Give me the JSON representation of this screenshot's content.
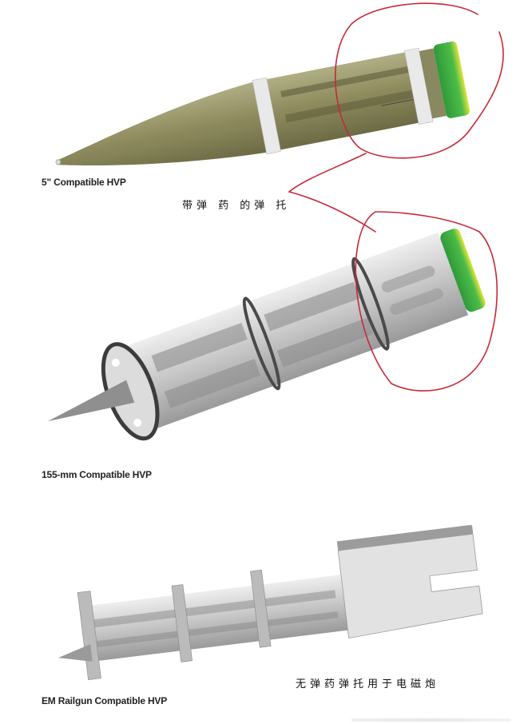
{
  "figure": {
    "items": [
      {
        "id": "five-inch",
        "caption": "5\" Compatible HVP",
        "body_color": "#8a8a5c",
        "band_color": "#e8e8e8",
        "base_colors": [
          "#3fae3f",
          "#d8e23a"
        ]
      },
      {
        "id": "155mm",
        "caption": "155-mm Compatible HVP",
        "body_color": "#c8c8c8",
        "base_colors": [
          "#3fae3f",
          "#d8e23a"
        ]
      },
      {
        "id": "railgun",
        "caption": "EM Railgun Compatible HVP",
        "body_color": "#d0d0d0"
      }
    ],
    "annotations": {
      "sabot_with_propellant": "带弹 药 的弹 托",
      "sabot_without_propellant_railgun": "无弹药弹托用于电磁炮",
      "markup_color": "#c8283a"
    }
  }
}
